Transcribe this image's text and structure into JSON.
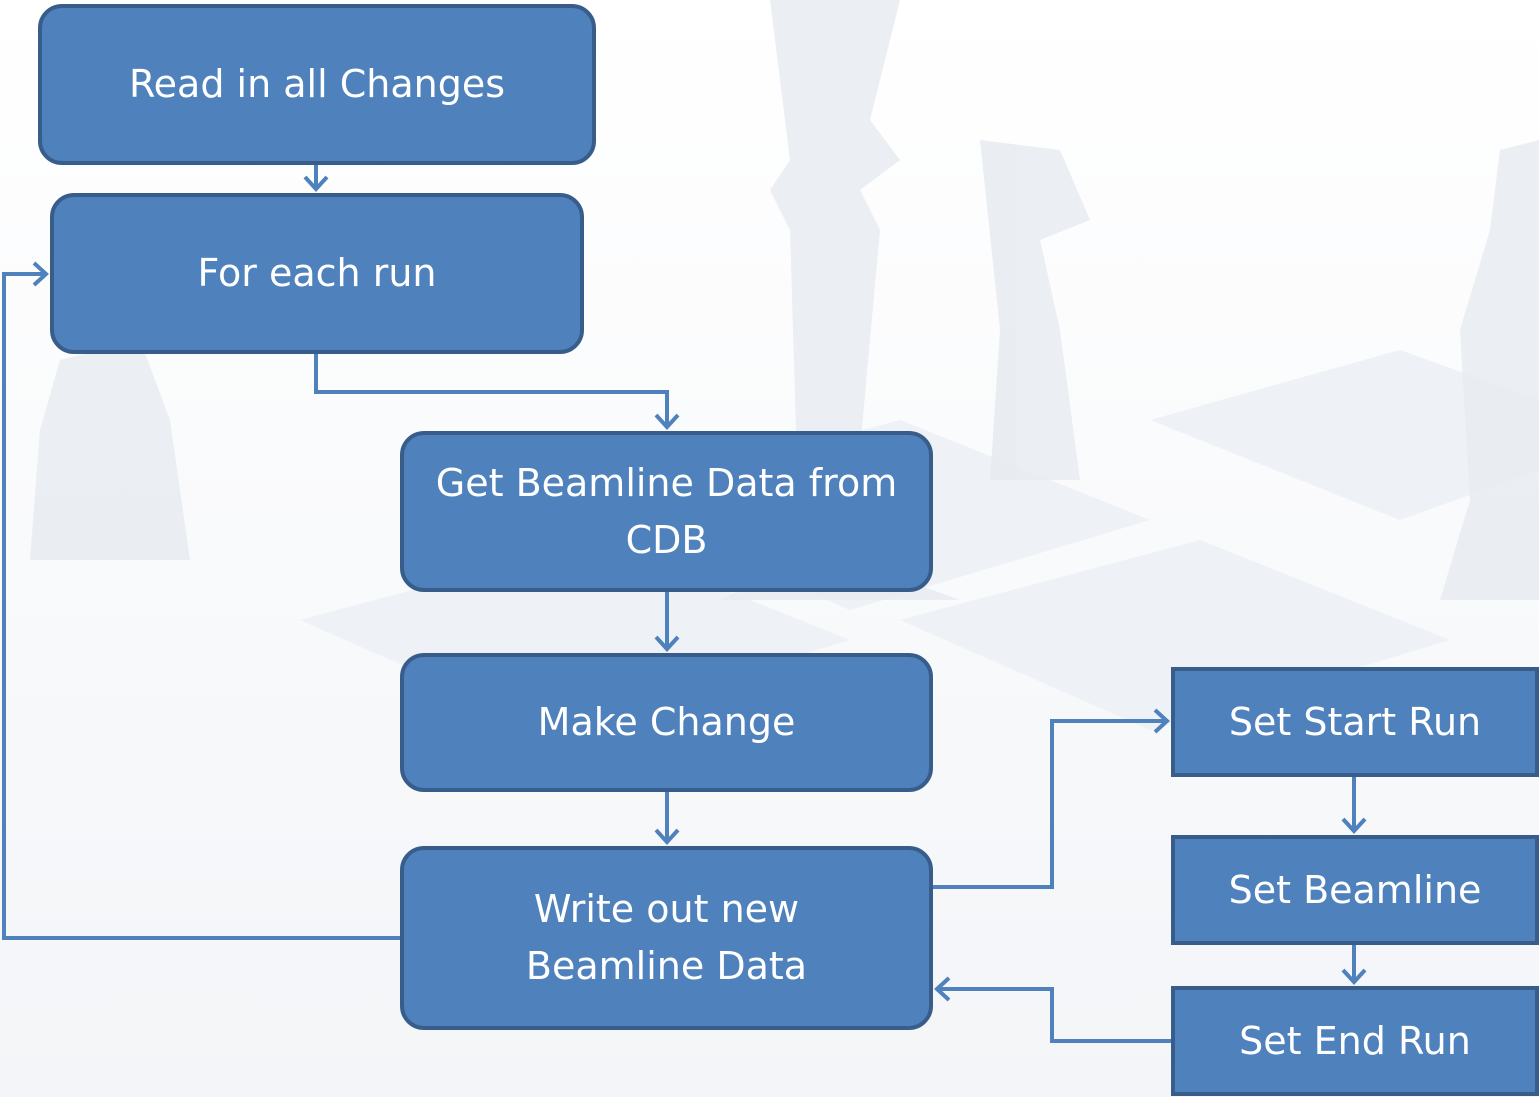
{
  "nodes": {
    "read_changes": "Read in all Changes",
    "for_each_run": "For each run",
    "get_beamline_data": "Get Beamline Data from CDB",
    "make_change": "Make Change",
    "write_out": "Write out new Beamline Data",
    "set_start_run": "Set Start Run",
    "set_beamline": "Set Beamline",
    "set_end_run": "Set End Run"
  },
  "colors": {
    "node_fill": "#4f81bd",
    "node_border": "#385d8a",
    "connector": "#4f81bd",
    "text": "#ffffff"
  }
}
